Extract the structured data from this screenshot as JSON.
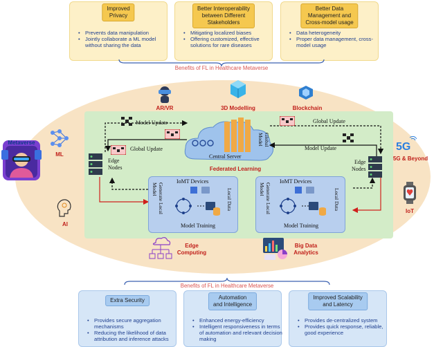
{
  "top_benefits": [
    {
      "title": "Improved\nPrivacy",
      "items": [
        "Prevents data manipulation",
        "Jointly collaborate a ML model without sharing the data"
      ]
    },
    {
      "title": "Better Interoperability\nbetween Different\nStakeholders",
      "items": [
        "Mitigating localized biases",
        "Offering customized, effective solutions for rare diseases"
      ]
    },
    {
      "title": "Better Data\nManagement and\nCross-model usage",
      "items": [
        "Data heterogeneity",
        "Proper data management, cross-model usage"
      ]
    }
  ],
  "top_caption": "Benefits of FL in Healthcare Metaverse",
  "bottom_caption": "Benefits of FL in Healthcare Metaverse",
  "bottom_benefits": [
    {
      "title": "Extra Security",
      "items": [
        "Provides secure aggregation mechanisms",
        "Reducing the likelihood of data attribution and inference attacks"
      ]
    },
    {
      "title": "Automation\nand Intelligence",
      "items": [
        "Enhanced energy-efficiency",
        "Intelligent responsiveness in terms of automation and relevant decision making"
      ]
    },
    {
      "title": "Improved Scalability\nand Latency",
      "items": [
        "Provides de-centralized system",
        "Provides quick response, reliable, good experience"
      ]
    }
  ],
  "technologies": {
    "arvr": "AR/VR",
    "modelling": "3D Modelling",
    "blockchain": "Blockchain",
    "ml": "ML",
    "ai": "AI",
    "fiveg_badge": "5G",
    "fiveg": "5G & Beyond",
    "iot": "IoT",
    "edge_computing": "Edge\nComputing",
    "big_data": "Big Data\nAnalytics",
    "metaverse": "Metaverse"
  },
  "fl": {
    "title": "Federated Learning",
    "central_server": "Central Server",
    "global_model": "Global\nModel",
    "model_update_left": "Model Update",
    "global_update_left": "Global Update",
    "global_update_right": "Global Update",
    "model_update_right": "Model Update",
    "edge_nodes_left": "Edge\nNodes",
    "edge_nodes_right": "Edge\nNodes",
    "iomt_left": {
      "title": "IoMT Devices",
      "generate": "Generate Local\nModel",
      "local_data": "Local Data",
      "training": "Model Training"
    },
    "iomt_right": {
      "title": "IoMT Devices",
      "generate": "Generate Local\nModel",
      "local_data": "Local Data",
      "training": "Model Training"
    }
  },
  "colors": {
    "ellipse": "#f8e3c4",
    "fl_area": "#d3ecc8",
    "accent_red": "#c0201b",
    "list_blue": "#1f3f8f"
  }
}
